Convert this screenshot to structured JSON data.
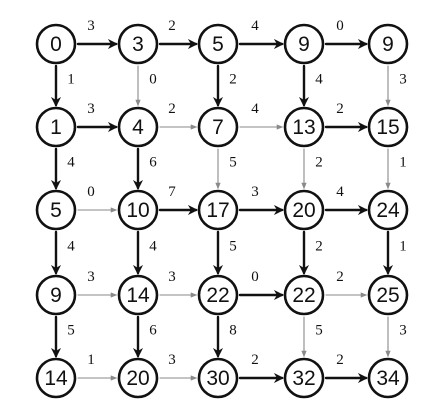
{
  "nodes": [
    [
      "0",
      "3",
      "5",
      "9",
      "9"
    ],
    [
      "1",
      "4",
      "7",
      "13",
      "15"
    ],
    [
      "5",
      "10",
      "17",
      "20",
      "24"
    ],
    [
      "9",
      "14",
      "22",
      "22",
      "25"
    ],
    [
      "14",
      "20",
      "30",
      "32",
      "34"
    ]
  ],
  "horizontal_edges": [
    [
      {
        "w": "3",
        "bold": true
      },
      {
        "w": "2",
        "bold": true
      },
      {
        "w": "4",
        "bold": true
      },
      {
        "w": "0",
        "bold": true
      }
    ],
    [
      {
        "w": "3",
        "bold": true
      },
      {
        "w": "2",
        "bold": false
      },
      {
        "w": "4",
        "bold": false
      },
      {
        "w": "2",
        "bold": true
      }
    ],
    [
      {
        "w": "0",
        "bold": false
      },
      {
        "w": "7",
        "bold": true
      },
      {
        "w": "3",
        "bold": true
      },
      {
        "w": "4",
        "bold": true
      }
    ],
    [
      {
        "w": "3",
        "bold": false
      },
      {
        "w": "3",
        "bold": false
      },
      {
        "w": "0",
        "bold": true
      },
      {
        "w": "2",
        "bold": false
      }
    ],
    [
      {
        "w": "1",
        "bold": false
      },
      {
        "w": "3",
        "bold": false
      },
      {
        "w": "2",
        "bold": true
      },
      {
        "w": "2",
        "bold": true
      }
    ]
  ],
  "vertical_edges": [
    [
      {
        "w": "1",
        "bold": true
      },
      {
        "w": "0",
        "bold": false
      },
      {
        "w": "2",
        "bold": true
      },
      {
        "w": "4",
        "bold": true
      },
      {
        "w": "3",
        "bold": false
      }
    ],
    [
      {
        "w": "4",
        "bold": true
      },
      {
        "w": "6",
        "bold": true
      },
      {
        "w": "5",
        "bold": false
      },
      {
        "w": "2",
        "bold": false
      },
      {
        "w": "1",
        "bold": false
      }
    ],
    [
      {
        "w": "4",
        "bold": true
      },
      {
        "w": "4",
        "bold": true
      },
      {
        "w": "5",
        "bold": true
      },
      {
        "w": "2",
        "bold": true
      },
      {
        "w": "1",
        "bold": true
      }
    ],
    [
      {
        "w": "5",
        "bold": true
      },
      {
        "w": "6",
        "bold": true
      },
      {
        "w": "8",
        "bold": true
      },
      {
        "w": "5",
        "bold": false
      },
      {
        "w": "3",
        "bold": false
      }
    ]
  ],
  "colors": {
    "ink": "#111111",
    "thin_edge": "#8a8a8a",
    "background": "#ffffff"
  }
}
